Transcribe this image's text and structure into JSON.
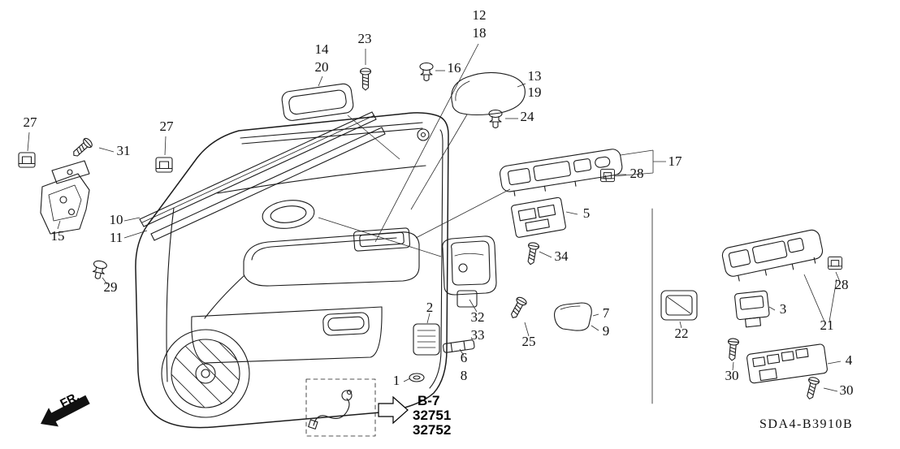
{
  "meta": {
    "code": "SDA4-B3910B",
    "fr": "FR."
  },
  "ref": {
    "b7": "B-7",
    "num1": "32751",
    "num2": "32752"
  },
  "callouts": {
    "c1": "1",
    "c2": "2",
    "c3": "3",
    "c4": "4",
    "c5": "5",
    "c6": "6",
    "c7": "7",
    "c8": "8",
    "c9": "9",
    "c10": "10",
    "c11": "11",
    "c12": "12",
    "c13": "13",
    "c14": "14",
    "c15": "15",
    "c16": "16",
    "c17": "17",
    "c18": "18",
    "c19": "19",
    "c20": "20",
    "c21": "21",
    "c22": "22",
    "c23": "23",
    "c24": "24",
    "c25": "25",
    "c27a": "27",
    "c27b": "27",
    "c28a": "28",
    "c28b": "28",
    "c29": "29",
    "c30a": "30",
    "c30b": "30",
    "c31": "31",
    "c32": "32",
    "c33": "33",
    "c34": "34"
  },
  "colors": {
    "line": "#1c1c1c",
    "background": "#ffffff"
  }
}
